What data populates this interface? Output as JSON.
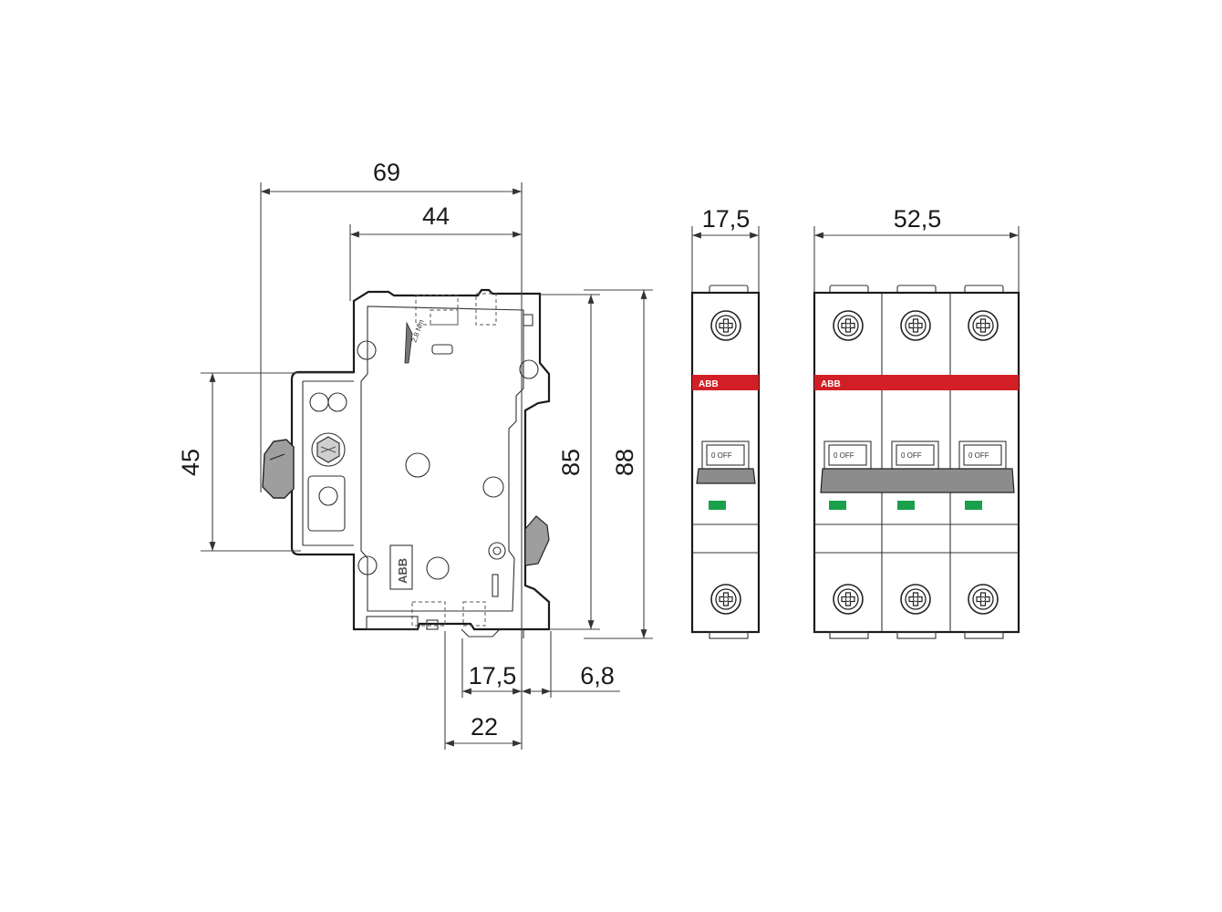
{
  "dimensions": {
    "depth_total": "69",
    "depth_front": "44",
    "height_clip": "45",
    "height_body": "85",
    "height_total": "88",
    "width_rail_front": "17,5",
    "offset_rear": "6,8",
    "width_rail_total": "22",
    "width_single_pole": "17,5",
    "width_three_pole": "52,5"
  },
  "labels": {
    "brand": "ABB",
    "switch_state": "0 OFF"
  },
  "colors": {
    "brand_band": "#d21f26",
    "status_window": "#1aa04a",
    "handle": "#8c8c8c",
    "line": "#1a1a1a"
  }
}
